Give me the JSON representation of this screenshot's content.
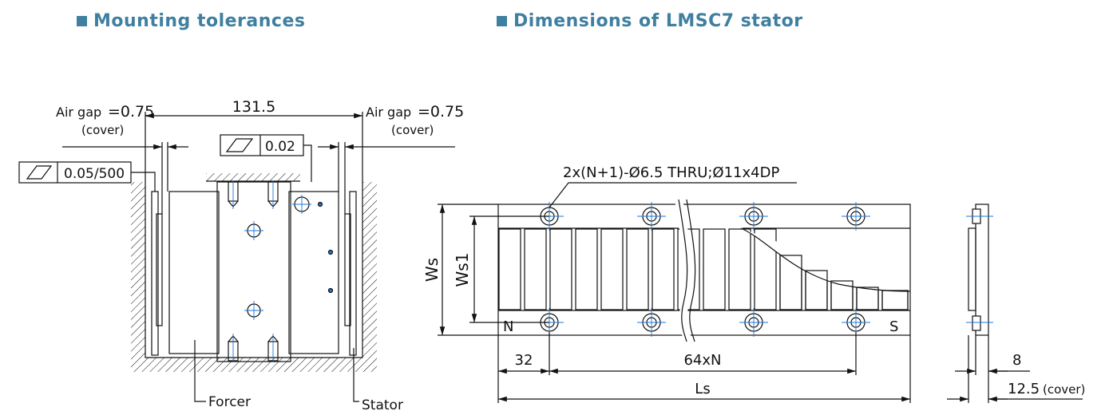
{
  "colors": {
    "accent": "#3f7fa0",
    "line": "#111111",
    "center": "#1a78d8"
  },
  "mounting": {
    "title": "Mounting tolerances",
    "width_dim": "131.5",
    "air_gap_left": {
      "label": "Air gap",
      "value": "=0.75",
      "note": "(cover)"
    },
    "air_gap_right": {
      "label": "Air gap",
      "value": "=0.75",
      "note": "(cover)"
    },
    "parallelism_outer": "0.05/500",
    "parallelism_inner": "0.02",
    "forcer_label": "Forcer",
    "stator_label": "Stator"
  },
  "stator": {
    "title": "Dimensions of LMSC7 stator",
    "hole_callout": "2x(N+1)-Ø6.5 THRU;Ø11x4DP",
    "ws": "Ws",
    "ws1": "Ws1",
    "pole_n": "N",
    "pole_s": "S",
    "dim_32": "32",
    "dim_pitch": "64xN",
    "dim_length": "Ls",
    "dim_thickness": "8",
    "dim_cover_value": "12.5",
    "dim_cover_note": "(cover)"
  }
}
